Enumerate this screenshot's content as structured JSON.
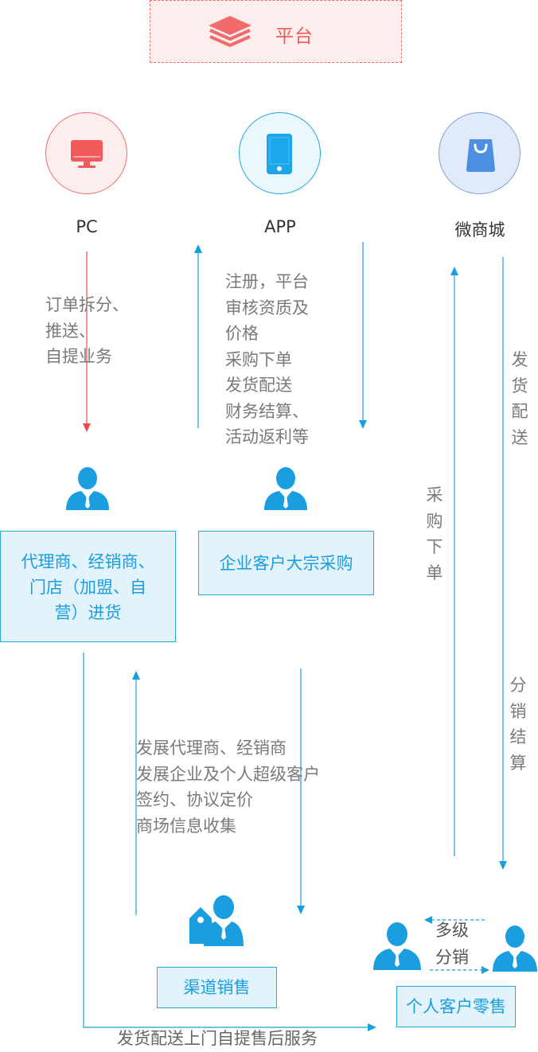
{
  "platform": {
    "title": "平台",
    "icon": "layers-icon"
  },
  "channels": [
    {
      "label": "PC",
      "icon": "monitor-icon"
    },
    {
      "label": "APP",
      "icon": "phone-icon"
    },
    {
      "label": "微商城",
      "icon": "shopping-bag-icon"
    }
  ],
  "flows": {
    "pc_down": "订单拆分、\n推送、\n自提业务",
    "app_text": "注册，平台\n审核资质及\n价格\n采购下单\n发货配送\n财务结算、\n活动返利等",
    "purchase_order": "采购下单",
    "delivery": "发货配送",
    "distribution_settlement": "分销结算",
    "channel_dev": "发展代理商、经销商\n发展企业及个人超级客户\n签约、协议定价\n商场信息收集",
    "multilevel": "多级",
    "distribution": "分销",
    "after_sales": "发货配送上门自提售后服务"
  },
  "roles": {
    "agents": "代理商、经销商、\n门店（加盟、自\n营）进货",
    "enterprise": "企业客户大宗采购",
    "channel_sales": "渠道销售",
    "personal_retail": "个人客户零售"
  },
  "colors": {
    "red": "#ef5a5a",
    "blue": "#1a9ee0",
    "gray": "#7a7a7a"
  }
}
